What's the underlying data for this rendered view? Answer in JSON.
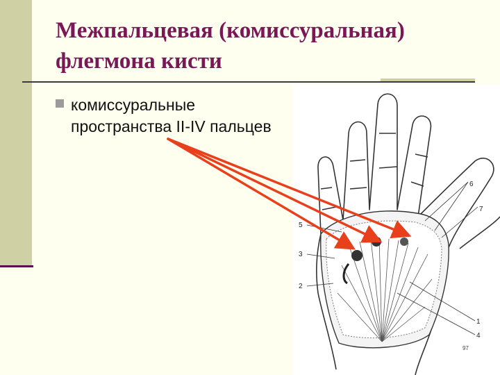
{
  "slide": {
    "title_line1": "Межпальцевая (комиссуральная)",
    "title_line2": "флегмона кисти",
    "bullet": "комиссуральные пространства II-IV пальцев"
  },
  "figure": {
    "labels": [
      "1",
      "2",
      "3",
      "4",
      "5",
      "6",
      "7"
    ],
    "page_number": "97"
  },
  "colors": {
    "background": "#fffff0",
    "title": "#7a1757",
    "sidebar": "#cfd0a4",
    "arrow": "#e8401c"
  }
}
